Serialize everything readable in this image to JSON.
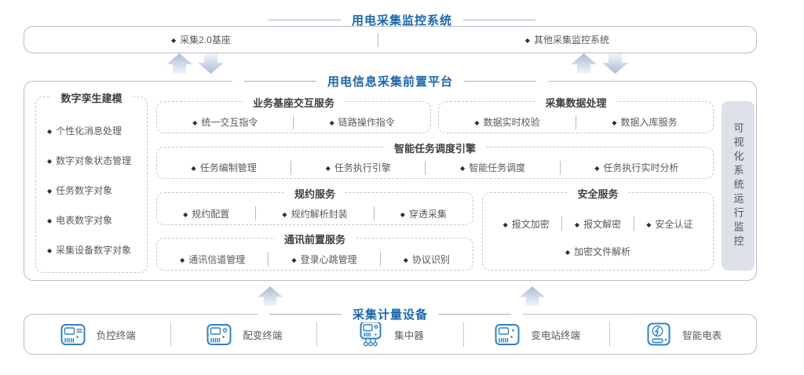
{
  "colors": {
    "title_blue": "#1a67ac",
    "text_gray": "#595959",
    "box_border": "#b6bdc8",
    "dashed_border": "#c9c9c9",
    "sidebar_bg": "#dde2e9",
    "icon_blue": "#2f80c3",
    "arrow_dark": "#a9bbd4",
    "arrow_light": "#f3f6fa"
  },
  "top_system": {
    "title": "用电采集监控系统",
    "items": [
      "采集2.0基座",
      "其他采集监控系统"
    ]
  },
  "platform": {
    "title": "用电信息采集前置平台",
    "left_box": {
      "title": "数字孪生建模",
      "items": [
        "个性化消息处理",
        "数字对象状态管理",
        "任务数字对象",
        "电表数字对象",
        "采集设备数字对象"
      ]
    },
    "business": {
      "title": "业务基座交互服务",
      "items": [
        "统一交互指令",
        "链路操作指令"
      ]
    },
    "data_processing": {
      "title": "采集数据处理",
      "items": [
        "数据实时校验",
        "数据入库服务"
      ]
    },
    "scheduler": {
      "title": "智能任务调度引擎",
      "items": [
        "任务编制管理",
        "任务执行引擎",
        "智能任务调度",
        "任务执行实时分析"
      ]
    },
    "protocol": {
      "title": "规约服务",
      "items": [
        "规约配置",
        "规约解析封装",
        "穿透采集"
      ]
    },
    "security": {
      "title": "安全服务",
      "items_row1": [
        "报文加密",
        "报文解密",
        "安全认证"
      ],
      "items_row2": [
        "加密文件解析"
      ]
    },
    "comm": {
      "title": "通讯前置服务",
      "items": [
        "通讯信道管理",
        "登录心跳管理",
        "协议识别"
      ]
    },
    "side_bar": {
      "label": "可视化系统运行监控"
    }
  },
  "devices": {
    "title": "采集计量设备",
    "items": [
      {
        "label": "负控终端",
        "icon": "load-control-terminal-icon"
      },
      {
        "label": "配变终端",
        "icon": "transformer-terminal-icon"
      },
      {
        "label": "集中器",
        "icon": "concentrator-icon"
      },
      {
        "label": "变电站终端",
        "icon": "substation-terminal-icon"
      },
      {
        "label": "智能电表",
        "icon": "smart-meter-icon"
      }
    ]
  }
}
